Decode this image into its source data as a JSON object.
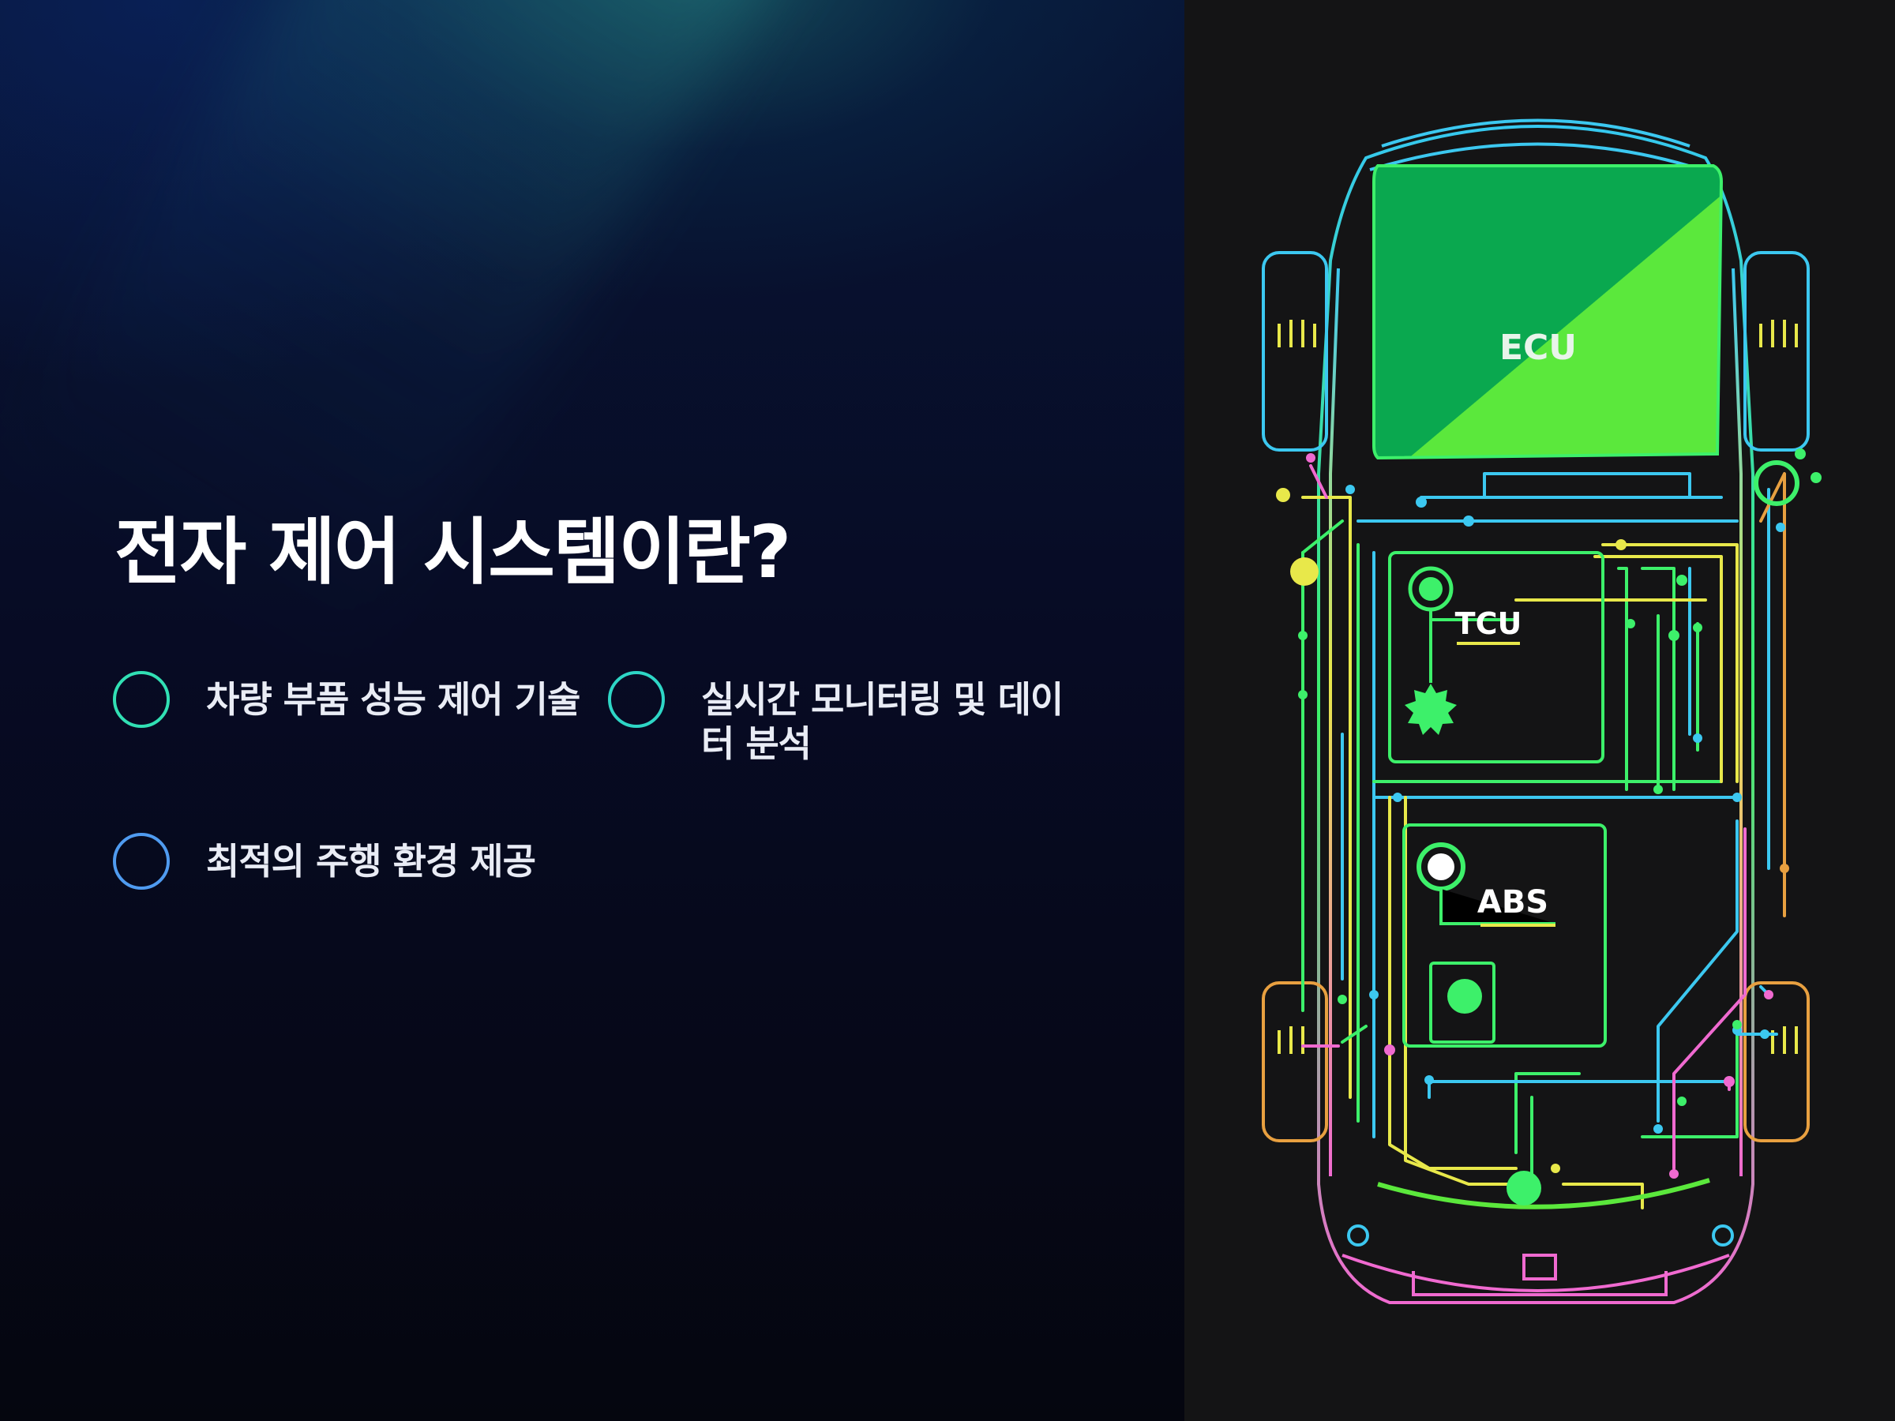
{
  "slide": {
    "title": "전자 제어 시스템이란?",
    "features": [
      {
        "label": "차량 부품 성능 제어 기술",
        "ring_color": "#31e0b4"
      },
      {
        "label": "실시간 모니터링 및 데이터 분석",
        "ring_color": "#2ed6c6"
      },
      {
        "label": "최적의 주행 환경 제공",
        "ring_color": "#4f9bf0"
      }
    ]
  },
  "illustration": {
    "ecu_label": "ECU",
    "tcu_label": "TCU",
    "abs_label": "ABS",
    "colors": {
      "ecu_fill": "#0aa84f",
      "ecu_accent": "#5be83c",
      "circuit_green": "#3df06a",
      "circuit_cyan": "#3cc8f0",
      "circuit_yellow": "#e8e84a",
      "circuit_pink": "#f06ad0",
      "circuit_blue": "#3a8cff"
    }
  }
}
